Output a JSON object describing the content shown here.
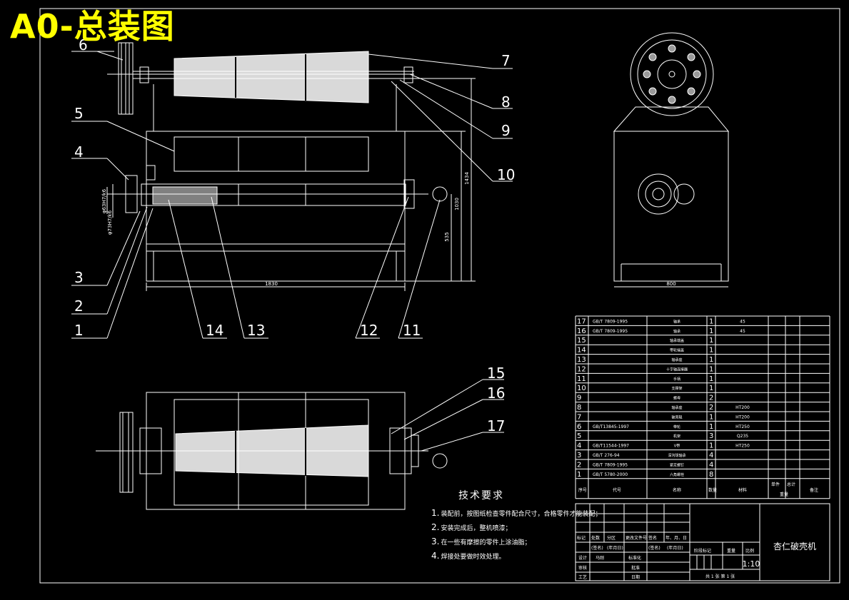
{
  "sheet_title": "A0-总装图",
  "callouts": [
    {
      "id": "c1",
      "label": "1"
    },
    {
      "id": "c2",
      "label": "2"
    },
    {
      "id": "c3",
      "label": "3"
    },
    {
      "id": "c4",
      "label": "4"
    },
    {
      "id": "c5",
      "label": "5"
    },
    {
      "id": "c6",
      "label": "6"
    },
    {
      "id": "c7",
      "label": "7"
    },
    {
      "id": "c8",
      "label": "8"
    },
    {
      "id": "c9",
      "label": "9"
    },
    {
      "id": "c10",
      "label": "10"
    },
    {
      "id": "c11",
      "label": "11"
    },
    {
      "id": "c12",
      "label": "12"
    },
    {
      "id": "c13",
      "label": "13"
    },
    {
      "id": "c14",
      "label": "14"
    },
    {
      "id": "c15",
      "label": "15"
    },
    {
      "id": "c16",
      "label": "16"
    },
    {
      "id": "c17",
      "label": "17"
    }
  ],
  "dimensions": {
    "length": "1830",
    "height_total": "1434",
    "height_mid": "1030",
    "height_low": "535",
    "width_side": "800",
    "fit_1": "φ63H7/k6",
    "fit_2": "φ73H7/k6"
  },
  "technical_requirements": {
    "heading": "技术要求",
    "items": [
      {
        "num": "1.",
        "text": "装配前，按图纸检查零件配合尺寸，合格零件才能装配；"
      },
      {
        "num": "2.",
        "text": "安装完成后，整机喷漆；"
      },
      {
        "num": "3.",
        "text": "在一些有摩擦的零件上涂油脂；"
      },
      {
        "num": "4.",
        "text": "焊接处要做时效处理。"
      }
    ]
  },
  "bom": {
    "rows": [
      {
        "no": "17",
        "code": "GB/T 7809-1995",
        "name": "轴承",
        "qty": "1",
        "material": "45"
      },
      {
        "no": "16",
        "code": "GB/T 7809-1995",
        "name": "轴承",
        "qty": "1",
        "material": "45"
      },
      {
        "no": "15",
        "code": "",
        "name": "轴承端盖",
        "qty": "1",
        "material": ""
      },
      {
        "no": "14",
        "code": "",
        "name": "带轮端盖",
        "qty": "1",
        "material": ""
      },
      {
        "no": "13",
        "code": "",
        "name": "轴承座",
        "qty": "1",
        "material": ""
      },
      {
        "no": "12",
        "code": "",
        "name": "十字轴连接器",
        "qty": "1",
        "material": ""
      },
      {
        "no": "11",
        "code": "",
        "name": "手柄",
        "qty": "1",
        "material": ""
      },
      {
        "no": "10",
        "code": "",
        "name": "支撑架",
        "qty": "1",
        "material": ""
      },
      {
        "no": "9",
        "code": "",
        "name": "螺母",
        "qty": "2",
        "material": ""
      },
      {
        "no": "8",
        "code": "",
        "name": "轴承座",
        "qty": "2",
        "material": "HT200"
      },
      {
        "no": "7",
        "code": "",
        "name": "破壳辊",
        "qty": "1",
        "material": "HT200"
      },
      {
        "no": "6",
        "code": "GB/T13845-1997",
        "name": "带轮",
        "qty": "1",
        "material": "HT250"
      },
      {
        "no": "5",
        "code": "",
        "name": "机架",
        "qty": "3",
        "material": "Q235"
      },
      {
        "no": "4",
        "code": "GB/T11544-1997",
        "name": "V带",
        "qty": "1",
        "material": "HT250"
      },
      {
        "no": "3",
        "code": "GB/T 276-94",
        "name": "深沟球轴承",
        "qty": "4",
        "material": ""
      },
      {
        "no": "2",
        "code": "GB/T 7809-1995",
        "name": "紧定螺钉",
        "qty": "4",
        "material": ""
      },
      {
        "no": "1",
        "code": "GB/T 5780-2000",
        "name": "六角螺栓",
        "qty": "8",
        "material": ""
      }
    ],
    "header": {
      "no": "序号",
      "code": "代号",
      "name": "名称",
      "qty": "数量",
      "material": "材料",
      "single": "单件",
      "total": "总计",
      "weight": "重量",
      "remark": "备注"
    }
  },
  "title_block": {
    "product_name": "杏仁破壳机",
    "scale": "1:10",
    "sheet_info": "共 1 张  第 1 张",
    "stage_label": "阶段标记",
    "weight_label": "重量",
    "scale_label": "比例",
    "rev_labels": [
      "标记",
      "处数",
      "分区",
      "更改文件号",
      "签名",
      "年、月、日"
    ],
    "signatures": [
      {
        "role": "设计",
        "name": "马刚",
        "std": "标准化"
      },
      {
        "role": "审核",
        "name": "",
        "std": "批准"
      },
      {
        "role": "工艺",
        "name": "",
        "std": "日期"
      }
    ],
    "sign_label": "(签名)",
    "date_label": "(年月日)"
  },
  "colors": {
    "line": "#ffffff",
    "callout": "#ffffff",
    "title": "#ffff00",
    "dim": "#ffffff"
  }
}
